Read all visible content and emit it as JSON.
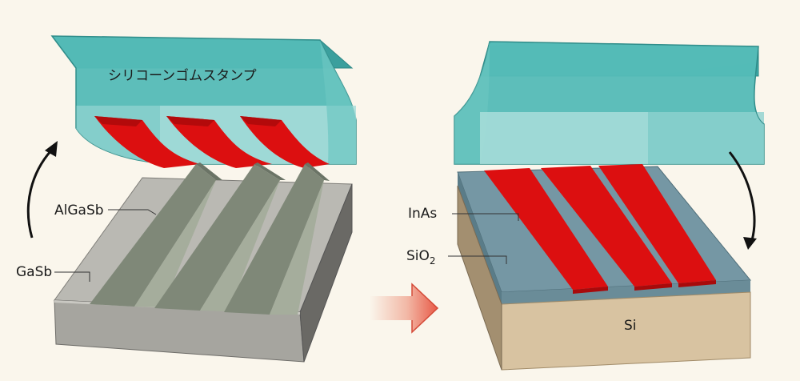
{
  "labels": {
    "stamp": "シリコーンゴムスタンプ",
    "algasb": "AlGaSb",
    "gasb": "GaSb",
    "inas": "InAs",
    "sio2_main": "SiO",
    "sio2_sub": "2",
    "si": "Si"
  },
  "colors": {
    "stamp_fill": "#4fb9b6",
    "stamp_light": "#a9dedb",
    "inas_red": "#dc0f10",
    "gasb_gray": "#b9b8b2",
    "algasb_gray": "#8c9585",
    "sio2_blue": "#6f94a2",
    "si_tan": "#d8c3a1",
    "arrow_red": "#e34d3e",
    "background": "#faf6ec"
  },
  "icons": {
    "left_arrow": "curved-up-arrow",
    "right_arrow": "curved-down-arrow",
    "process_arrow": "right-arrow"
  }
}
